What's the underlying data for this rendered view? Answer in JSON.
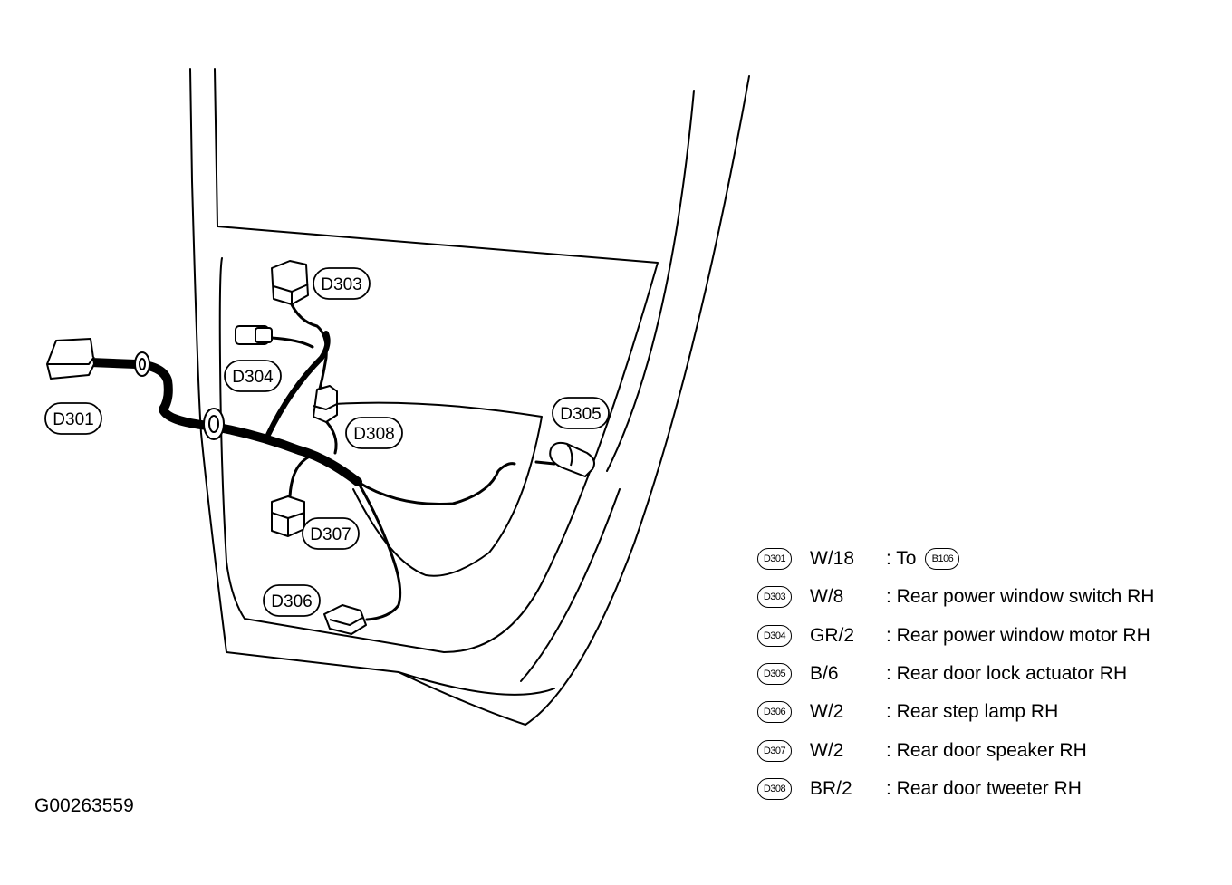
{
  "callouts": {
    "d301": "D301",
    "d303": "D303",
    "d304": "D304",
    "d305": "D305",
    "d306": "D306",
    "d307": "D307",
    "d308": "D308"
  },
  "legend": [
    {
      "badge": "D301",
      "wire": "W/18",
      "desc": ": To",
      "ref": "B106"
    },
    {
      "badge": "D303",
      "wire": "W/8",
      "desc": ": Rear power window switch RH"
    },
    {
      "badge": "D304",
      "wire": "GR/2",
      "desc": ": Rear power window motor RH"
    },
    {
      "badge": "D305",
      "wire": "B/6",
      "desc": ": Rear door lock actuator RH"
    },
    {
      "badge": "D306",
      "wire": "W/2",
      "desc": ": Rear step lamp RH"
    },
    {
      "badge": "D307",
      "wire": "W/2",
      "desc": ": Rear door speaker RH"
    },
    {
      "badge": "D308",
      "wire": "BR/2",
      "desc": ": Rear door tweeter RH"
    }
  ],
  "figure_id": "G00263559"
}
